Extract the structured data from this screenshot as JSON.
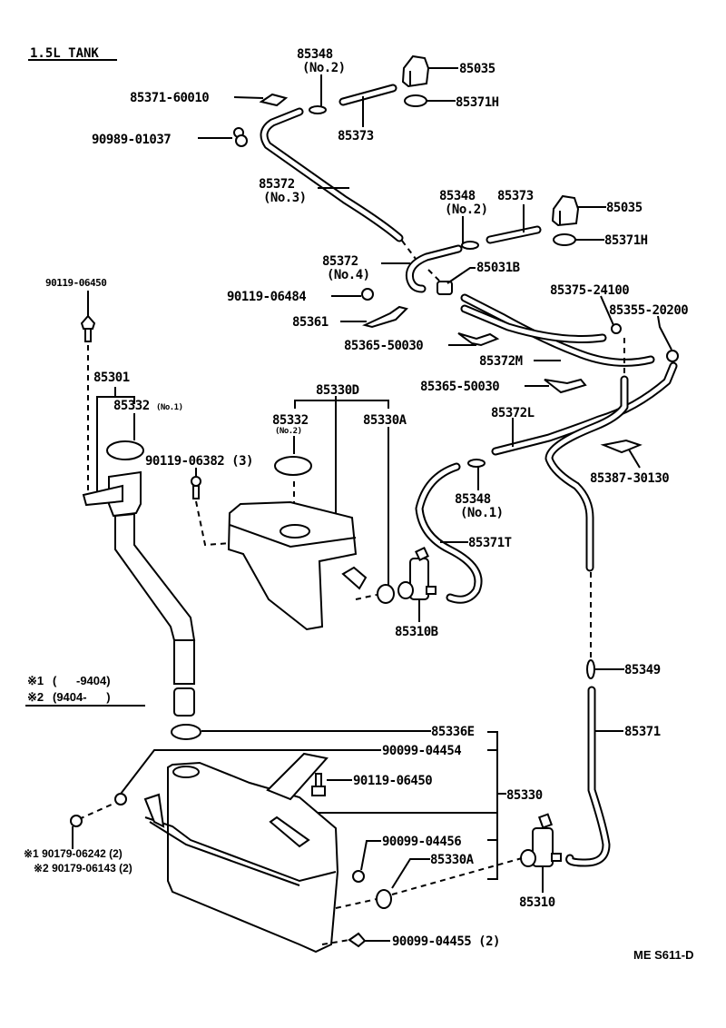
{
  "diagram": {
    "title": "1.5L TANK",
    "drawing_code": "ME S611-D",
    "legend": [
      {
        "mark": "※1",
        "range": "(      -9404)"
      },
      {
        "mark": "※2",
        "range": "(9404-      )"
      }
    ],
    "labels": {
      "p85348_top": "85348",
      "p85348_top_sub": "(No.2)",
      "p85035_top": "85035",
      "p85371_60010": "85371-60010",
      "p85371H_top": "85371H",
      "p85373_top": "85373",
      "p90989_01037": "90989-01037",
      "p85372_no3": "85372",
      "p85372_no3_sub": "(No.3)",
      "p85348_mid": "85348",
      "p85348_mid_sub": "(No.2)",
      "p85373_mid": "85373",
      "p85035_mid": "85035",
      "p85371H_mid": "85371H",
      "p85372_no4": "85372",
      "p85372_no4_sub": "(No.4)",
      "p85031B": "85031B",
      "p90119_06450_top": "90119-06450",
      "p90119_06484": "90119-06484",
      "p85375_24100": "85375-24100",
      "p85355_20200": "85355-20200",
      "p85361": "85361",
      "p85365_50030_a": "85365-50030",
      "p85372M": "85372M",
      "p85365_50030_b": "85365-50030",
      "p85301": "85301",
      "p85332_no1": "85332",
      "p85332_no1_sub": "(No.1)",
      "p85330D": "85330D",
      "p85332_no2": "85332",
      "p85332_no2_sub": "(No.2)",
      "p85330A_top": "85330A",
      "p90119_06382": "90119-06382 (3)",
      "p85372L": "85372L",
      "p85387_30130": "85387-30130",
      "p85348_no1": "85348",
      "p85348_no1_sub": "(No.1)",
      "p85371T": "85371T",
      "p85310B": "85310B",
      "p85349": "85349",
      "p85371": "85371",
      "p85336E": "85336E",
      "p90099_04454": "90099-04454",
      "p90119_06450_bot": "90119-06450",
      "p85330": "85330",
      "p90099_04456": "90099-04456",
      "p85330A_bot": "85330A",
      "p85310": "85310",
      "p90179_06242": "※1 90179-06242 (2)",
      "p90179_06143": "※2 90179-06143 (2)",
      "p90099_04455": "90099-04455 (2)"
    }
  }
}
